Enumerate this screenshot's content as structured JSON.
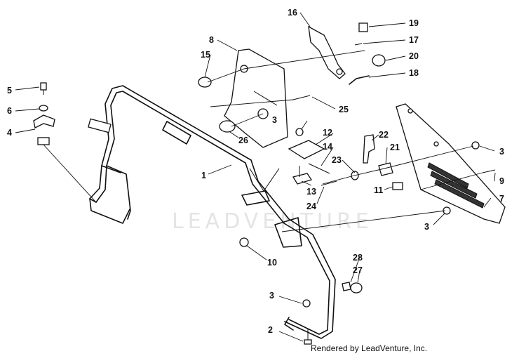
{
  "watermark": "LEADVENTURE",
  "credit": "Rendered by LeadVenture, Inc.",
  "callouts": {
    "c1": "1",
    "c2": "2",
    "c3a": "3",
    "c3b": "3",
    "c3c": "3",
    "c3d": "3",
    "c4": "4",
    "c5": "5",
    "c6": "6",
    "c7": "7",
    "c8": "8",
    "c9": "9",
    "c10": "10",
    "c11": "11",
    "c12": "12",
    "c13": "13",
    "c14": "14",
    "c15": "15",
    "c16": "16",
    "c17": "17",
    "c18": "18",
    "c19": "19",
    "c20": "20",
    "c21": "21",
    "c22": "22",
    "c23": "23",
    "c24": "24",
    "c25": "25",
    "c26": "26",
    "c27": "27",
    "c28": "28"
  }
}
